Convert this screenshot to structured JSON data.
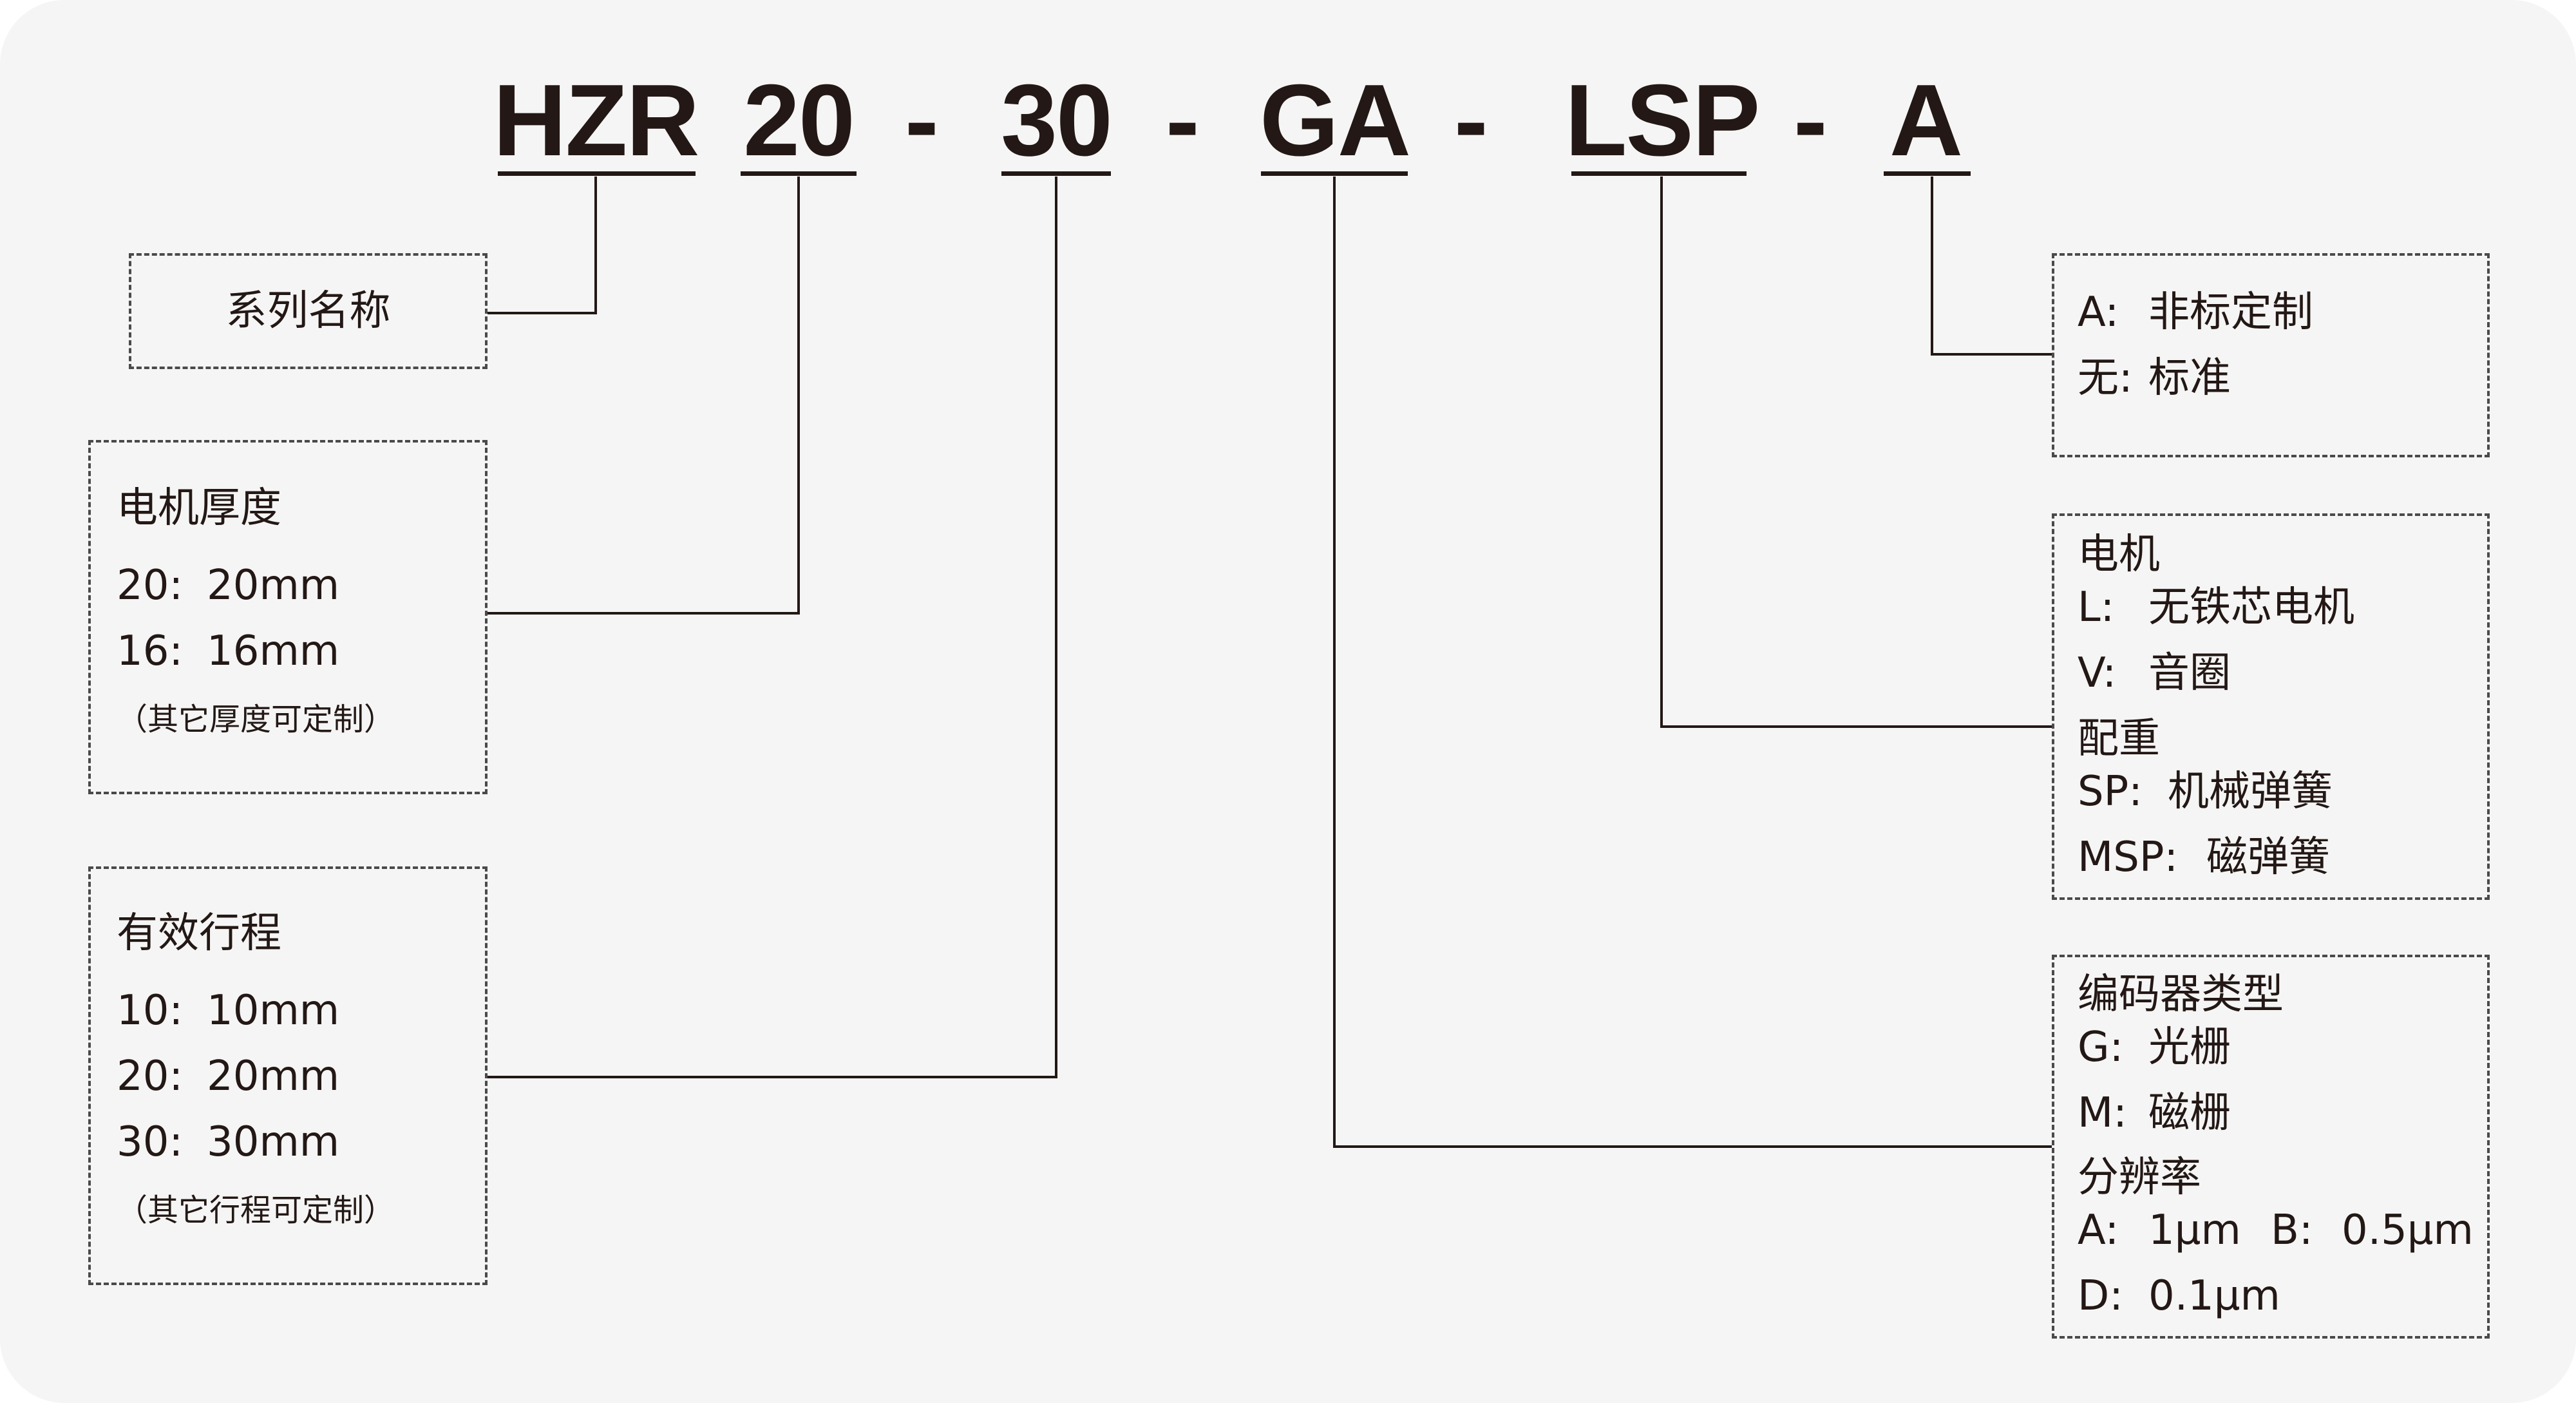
{
  "code": {
    "parts": [
      "HZR",
      "20",
      "30",
      "GA",
      "LSP",
      "A"
    ],
    "separator": "-"
  },
  "series_box": {
    "title": "系列名称"
  },
  "thickness_box": {
    "title": "电机厚度",
    "rows": [
      {
        "key": "20:",
        "value": "20mm"
      },
      {
        "key": "16:",
        "value": "16mm"
      }
    ],
    "note": "（其它厚度可定制）"
  },
  "stroke_box": {
    "title": "有效行程",
    "rows": [
      {
        "key": "10:",
        "value": "10mm"
      },
      {
        "key": "20:",
        "value": "20mm"
      },
      {
        "key": "30:",
        "value": "30mm"
      }
    ],
    "note": "（其它行程可定制）"
  },
  "custom_box": {
    "rows": [
      {
        "key": "A:",
        "value": "非标定制"
      },
      {
        "key": "无:",
        "value": "标准"
      }
    ]
  },
  "motor_box": {
    "motor_title": "电机",
    "motor_rows": [
      {
        "key": "L:",
        "value": "无铁芯电机"
      },
      {
        "key": "V:",
        "value": "音圈"
      }
    ],
    "counterweight_title": "配重",
    "counterweight_rows": [
      {
        "key": "SP:",
        "value": "机械弹簧"
      },
      {
        "key": "MSP:",
        "value": "磁弹簧"
      }
    ]
  },
  "encoder_box": {
    "encoder_title": "编码器类型",
    "encoder_rows": [
      {
        "key": "G:",
        "value": "光栅"
      },
      {
        "key": "M:",
        "value": "磁栅"
      }
    ],
    "resolution_title": "分辨率",
    "resolution_rows": [
      {
        "key": "A:",
        "value": "1μm"
      },
      {
        "key": "B:",
        "value": "0.5μm"
      },
      {
        "key": "D:",
        "value": "0.1μm"
      }
    ]
  },
  "colors": {
    "background": "#f5f5f5",
    "text": "#231815",
    "line": "#231815",
    "box_border": "#4a4a4a"
  }
}
